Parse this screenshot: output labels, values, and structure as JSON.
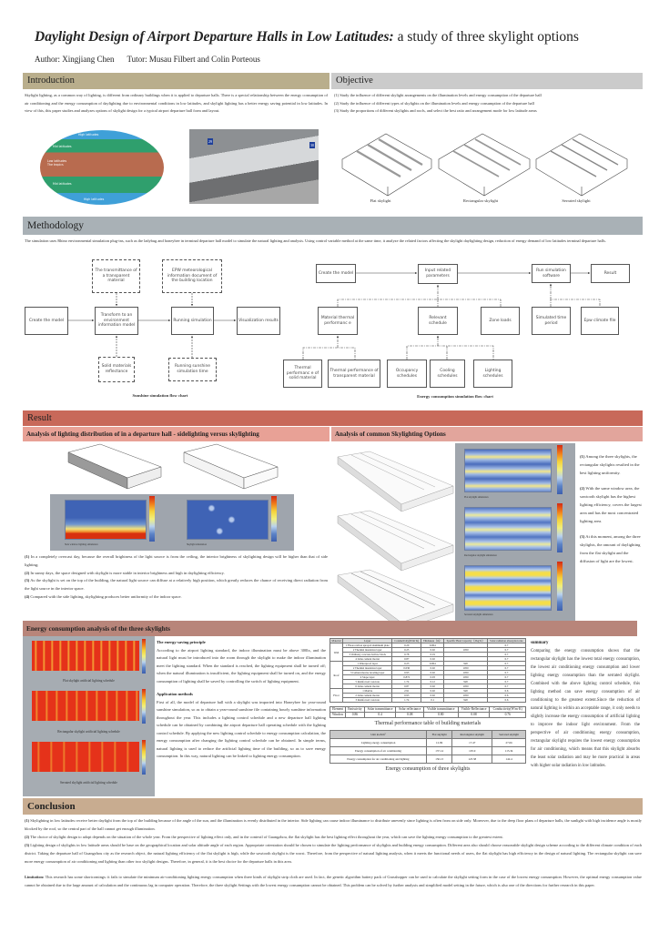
{
  "header": {
    "title_bold": "Daylight Design of Airport Departure Halls in Low Latitudes:",
    "title_rest": " a study of three skylight options",
    "author": "Author: Xingjiang Chen",
    "tutor": "Tutor: Musau Filbert and Colin Porteous"
  },
  "introduction": {
    "heading": "Introduction",
    "text": "Skylight lighting, as a common way of lighting, is different from ordinary buildings when it is applied to departure halls. There is a special relationship between the energy consumption of air conditioning and the energy consumption of daylighting due to environmental conditions in low latitudes, and skylight lighting has a better energy saving potential in low latitudes. In view of this, this paper studies and analyzes options of skylight design for a typical airport departure hall form and layout.",
    "map_labels": [
      "High latitudes",
      "Mid latitudes",
      "Low latitudes The tropics",
      "Mid latitudes",
      "High latitudes"
    ],
    "photo_signs": [
      "29",
      "30"
    ]
  },
  "objective": {
    "heading": "Objective",
    "items": [
      "(1) Study the influence of different skylight arrangements on the illumination levels and energy consumption of the departure hall",
      "(2) Study the influence of different types of skylights on the illumination levels and energy consumption of the departure hall",
      "(3) Study the proportions of different skylights and roofs, and select the best ratio and arrangement mode for low latitude areas"
    ],
    "captions": [
      "Flat skylight",
      "Rectangular skylight",
      "Serrated skylight"
    ]
  },
  "methodology": {
    "heading": "Methodology",
    "text": "The simulation uses Rhino environmental simulation plug-ins, such as the ladybug and honeybee in terminal departure hall model to simulate the natural lighting and analysis. Using control variable method at the same time, it analyze the related factors affecting the skylight daylighting design, reduction of energy demand of low latitudes terminal departure halls.",
    "sunshine": {
      "create": "Create the model",
      "transform": "Transform to an environment information model",
      "running": "Running simulation",
      "visual": "Visualization results",
      "transmittance": "The transmittance of a transparent material",
      "epw": "EPW meteorological information document of the building location",
      "solid": "Solid materials reflectance",
      "time": "Running sunshine simulation time",
      "caption": "Sunshine simulation flow chart"
    },
    "energy": {
      "create": "Create the model",
      "input": "Input related parameters",
      "run": "Run simulation software",
      "result": "Result",
      "material": "Material thermal performanc e",
      "relevant": "Relevant schedule",
      "zone": "Zone loads",
      "period": "Simulated time period",
      "epw": "Epw climate file",
      "solid": "Thermal performanc e of solid material",
      "transparent": "Thermal performance of transparent material",
      "occupancy": "Occupancy schedules",
      "cooling": "Cooling schedules",
      "lighting": "Lighting schedules",
      "caption": "Energy consumption simulation flow chart"
    }
  },
  "result": {
    "heading": "Result",
    "lighting": {
      "heading": "Analysis of lighting distribution of in a departure hall - sidelighting versus skylighting",
      "sim_captions": [
        "Side window lighting simulation",
        "Skylight simulation"
      ],
      "points": [
        [
          "(1)",
          " In a completely overcast day, because the overall brightness of the light source is from the ceiling, the interior brightness of skylighting design will be higher than that of side lighting;"
        ],
        [
          "(2)",
          " In sunny days, the space designed with skylight is more stable in interior brightness and high in daylighting efficiency."
        ],
        [
          "(3)",
          " As the skylight is set on the top of the building, the natural light source can diffuse at a relatively high position, which greatly reduces the chance of receiving direct radiation from the light source in the interior space."
        ],
        [
          "(4)",
          " Compared with the side lighting, skylighting produces better uniformity of the indoor space."
        ]
      ]
    },
    "options": {
      "heading": "Analysis of common Skylighting Options",
      "sim_captions": [
        "Flat skylight simulation",
        "Rectangular skylight simulation",
        "Serrated skylight simulation"
      ],
      "points": [
        [
          "(1)",
          " Among the three skylights, the rectangular skylights resulted in the best lighting uniformity."
        ],
        [
          "(2)",
          " With the same window area, the sawtooth skylight has the highest lighting efficiency, covers the largest area and has the most concentrated lighting area."
        ],
        [
          "(3)",
          " At this moment, among the three skylights, the amount of daylighting from the flat skylight and the diffusion of light are the lowest."
        ]
      ]
    }
  },
  "energy": {
    "heading": "Energy consumption analysis of the three skylights",
    "schedule_captions": [
      "Flat skylight artificial lighting schedule",
      "Rectangular skylight artificial lighting schedule",
      "Serrated skylight artificial lighting schedule"
    ],
    "principle_heading": "The energy-saving principle",
    "principle": "According to the airport lighting standard, the indoor illumination must be above 300lx, and the natural light must be introduced into the room through the skylight to make the indoor illumination meet the lighting standard. When the standard is reached, the lighting equipment shall be turned off; when the natural illumination is insufficient, the lighting equipment shall be turned on, and the energy consumption of lighting shall be saved by controlling the switch of lighting equipment.",
    "methods_heading": "Application methods",
    "methods": "First of all, the model of departure hall with a skylight was imported into Honeybee for year-round sunshine simulation, so as to obtain a year-round sunshine file containing hourly sunshine information throughout the year. This includes a lighting control schedule and a new departure hall lighting schedule can be obtained by combining the airport departure hall operating schedule with the lighting control schedule. By applying the new lighting control schedule to energy consumption calculation, the energy consumption after changing the lighting control schedule can be obtained. In simple terms, natural lighting is used to reduce the artificial lighting time of the building, so as to save energy consumption. In this way, natural lighting can be linked to lighting energy consumption.",
    "material_table": {
      "headers": [
        "Material",
        "Layer",
        "Conductivity(W/m·K)",
        "Thickness（m）",
        "Specific Heat Capacity（J/kg·K）",
        "Solar radiation absorption rate"
      ],
      "groups": [
        {
          "name": "Wall",
          "rows": [
            [
              "1 Fluorocarbon sprayed aluminum plate",
              "0.20",
              "0.004",
              "",
              "0.7"
            ],
            [
              "2 Thermal insulation layer",
              "0.25",
              "0.02",
              "1050",
              "0.7"
            ],
            [
              "3 Ordinary concrete hollow block",
              "0.78",
              "0.19",
              "",
              "0.7"
            ],
            [
              "4 Lime cement mortar",
              "0.87",
              "0.02",
              "",
              "0.7"
            ]
          ]
        },
        {
          "name": "Roof",
          "rows": [
            [
              "1 Waterproof layer",
              "0.23",
              "0.004",
              "920",
              "0.7"
            ],
            [
              "2 Thermal insulation layer",
              "0.030",
              "0.02",
              "1050",
              "0.7"
            ],
            [
              "3 Cement mortar leveling layer",
              "0.93",
              "0.02",
              "1050",
              "0.7"
            ],
            [
              "4 Slope layer",
              "0.872",
              "0.03",
              "1050",
              "0.7"
            ],
            [
              "5 Reinforced concrete",
              "1.74",
              "0.12",
              "920",
              "0.7"
            ],
            [
              "6 Lime cement mortar",
              "0.87",
              "0.02",
              "1050",
              "0.7"
            ]
          ]
        },
        {
          "name": "Floor",
          "rows": [
            [
              "1 Marble",
              "2.91",
              "0.02",
              "920",
              "0.6"
            ],
            [
              "2 Lime cement mortar",
              "0.93",
              "0.02",
              "1050",
              "0.6"
            ],
            [
              "3 Reinforced concrete",
              "1.74",
              "0.1",
              "920",
              "0.6"
            ]
          ]
        }
      ]
    },
    "glass_table": {
      "headers": [
        "Element",
        "Emissivity",
        "Solar transmittance",
        "Solar reflectance",
        "Visible transmittance",
        "Visible Reflectance",
        "Conductivity(W/m·K)"
      ],
      "row": [
        "Window",
        "0.86",
        "0.4",
        "0.08",
        "0.80",
        "0.08",
        "0.76"
      ]
    },
    "thermal_caption": "Thermal performance table of building materials",
    "consumption_table": {
      "headers": [
        "Unit kwh/m²",
        "Flat skylight",
        "Rectangular skylight",
        "Serrated skylight"
      ],
      "rows": [
        [
          "Lighting energy consumption",
          "12.99",
          "17.47",
          "27.06"
        ],
        [
          "Energy consumption of air conditioning",
          "137.14",
          "105.9",
          "115.34"
        ],
        [
          "Energy consumption for air conditioning and lighting",
          "150.13",
          "123.38",
          "142.4"
        ]
      ]
    },
    "consumption_caption": "Energy consumption of three skylights",
    "summary_heading": "summary",
    "summary": "Comparing the energy consumption shows that the rectangular skylight has the lowest total energy consumption, the lowest air conditioning energy consumption and lower lighting energy consumption than the serrated skylight. Combined with the above lighting control schedule, this lighting method can save energy consumption of air conditioning to the greatest extent.Since the reduction of natural lighting is within an acceptable range, it only needs to slightly increase the energy consumption of artificial lighting to improve the indoor light environment. From the perspective of air conditioning energy consumption, rectangular skylight requires the lowest energy consumption for air conditioning, which means that this skylight absorbs the least solar radiation and may be more practical in areas with higher solar radiation in low latitudes."
  },
  "conclusion": {
    "heading": "Conclusion",
    "points": [
      [
        "(1)",
        " Skylighting in low latitudes receive better daylight from the top of the building because of the angle of the sun, and the illumination is evenly distributed in the interior. Side lighting can cause indoor illuminance to distribute unevenly since lighting is often from on side only. Moreover, due to the deep floor plans of departure halls, the sunlight with high incidence angle is mostly blocked by the roof, so the central part of the hall cannot get enough illumination."
      ],
      [
        "(2)",
        " The choice of skylight design to adopt depends on the situation of the whole year. From the perspective of lighting effect only, and in the contextl of Guangzhou, the flat skylight has the best lighting effect throughout the year, which can save the lighting energy consumption to the greatest extent."
      ],
      [
        "(3)",
        " Lighting design of skylights in low latitude areas should be base on the geographical location and solar altitude angle of each region. Appropriate orientation should be chosen to simulate the lighting performance of skylights and building energy consumption. Different area also should choose reasonable skylight design scheme according to the different climate condition of each district. Taking the departure hall of Guangzhou city as the research object, the natural lighting efficiency of the flat skylight is high, while the sawtooth skylight is the worst. Therefore, from the perspective of natural lighting analysis, when it meets the functional needs of users, the flat skylight has high efficiency in the design of natural lighting. The rectangular skylight can save more energy consumption of air conditioning and lighting than other two skylight designs. Therefore, in general, it is the best choice for the departure halls in this area."
      ]
    ],
    "limitation_label": "Limitation:",
    "limitation": " This research has some shortcomings: it fails to simulate the minimum air-conditioning lighting energy consumption when three kinds of skylight strip cloth are used. In fact, the genetic algorithm battery pack of Grasshopper can be used to calculate the skylight setting form in the case of the lowest energy consumption. However, the optimal energy consumption value cannot be obtained due to the large amount of calculation and the continuous lag in computer operation. Therefore, the three skylight Settings with the lowest energy consumption cannot be obtained. This problem can be solved by further analysis and simplified model setting in the future, which is also one of the directions for further research in this paper."
  },
  "colors": {
    "intro": "#b9ae8c",
    "objective": "#cbcbcb",
    "methodology": "#a9b1b6",
    "result": "#c8695a",
    "result_sub": "#e8a196",
    "energy": "#b8857a",
    "conclusion": "#c8ac90"
  }
}
